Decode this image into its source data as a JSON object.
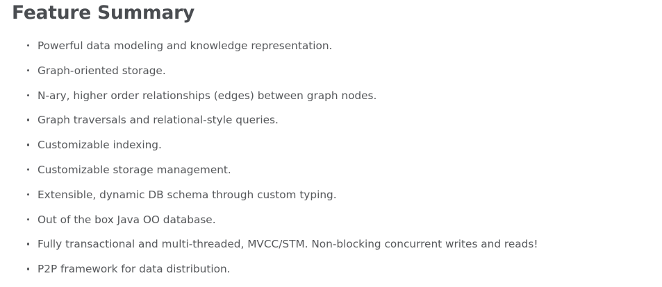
{
  "document": {
    "heading": "Feature Summary",
    "background_color": "#ffffff",
    "heading_color": "#4a4d51",
    "body_text_color": "#56585b",
    "bullet_glyph": "round-dot"
  },
  "feature_list": {
    "items": [
      {
        "label": "Powerful data modeling and knowledge representation."
      },
      {
        "label": "Graph-oriented storage."
      },
      {
        "label": "N-ary, higher order relationships (edges) between graph nodes."
      },
      {
        "label": "Graph traversals and relational-style queries."
      },
      {
        "label": "Customizable indexing."
      },
      {
        "label": "Customizable storage management."
      },
      {
        "label": "Extensible, dynamic DB schema through custom typing."
      },
      {
        "label": "Out of the box Java OO database."
      },
      {
        "label": "Fully transactional and multi-threaded, MVCC/STM. Non-blocking concurrent writes and reads!"
      },
      {
        "label": "P2P framework for data distribution."
      }
    ]
  }
}
